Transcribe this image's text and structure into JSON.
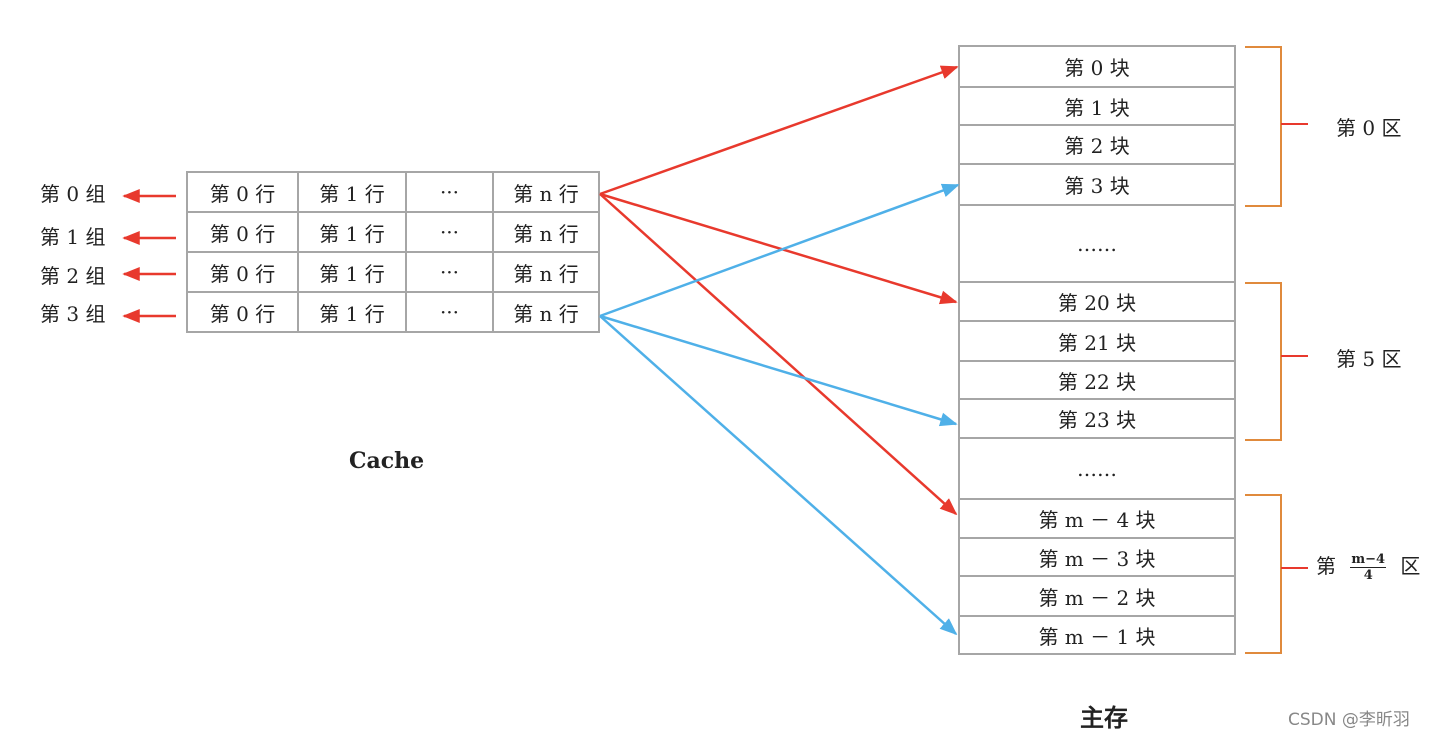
{
  "groups": [
    "第 0 组",
    "第 1 组",
    "第 2 组",
    "第 3 组"
  ],
  "cache": {
    "title": "Cache",
    "rows": [
      [
        "第 0 行",
        "第 1 行",
        "···",
        "第 n 行"
      ],
      [
        "第 0 行",
        "第 1 行",
        "···",
        "第 n 行"
      ],
      [
        "第 0 行",
        "第 1 行",
        "···",
        "第 n 行"
      ],
      [
        "第 0 行",
        "第 1 行",
        "···",
        "第 n 行"
      ]
    ]
  },
  "memory": {
    "title": "主存",
    "blocks": [
      "第 0 块",
      "第 1 块",
      "第 2 块",
      "第 3 块",
      "……",
      "第 20 块",
      "第 21 块",
      "第 22 块",
      "第 23 块",
      "……",
      "第 m － 4 块",
      "第 m － 3 块",
      "第 m － 2 块",
      "第 m － 1 块"
    ]
  },
  "zones": {
    "zone0": "第 0 区",
    "zone5": "第 5 区",
    "zone_last_prefix": "第",
    "zone_last_num": "m−4",
    "zone_last_den": "4",
    "zone_last_suffix": "区"
  },
  "colors": {
    "red_arrow": "#e8392d",
    "blue_arrow": "#4fb0e8",
    "bracket": "#e08a3c",
    "grid_border": "#a6a6a6"
  },
  "watermark": "CSDN @李昕羽"
}
